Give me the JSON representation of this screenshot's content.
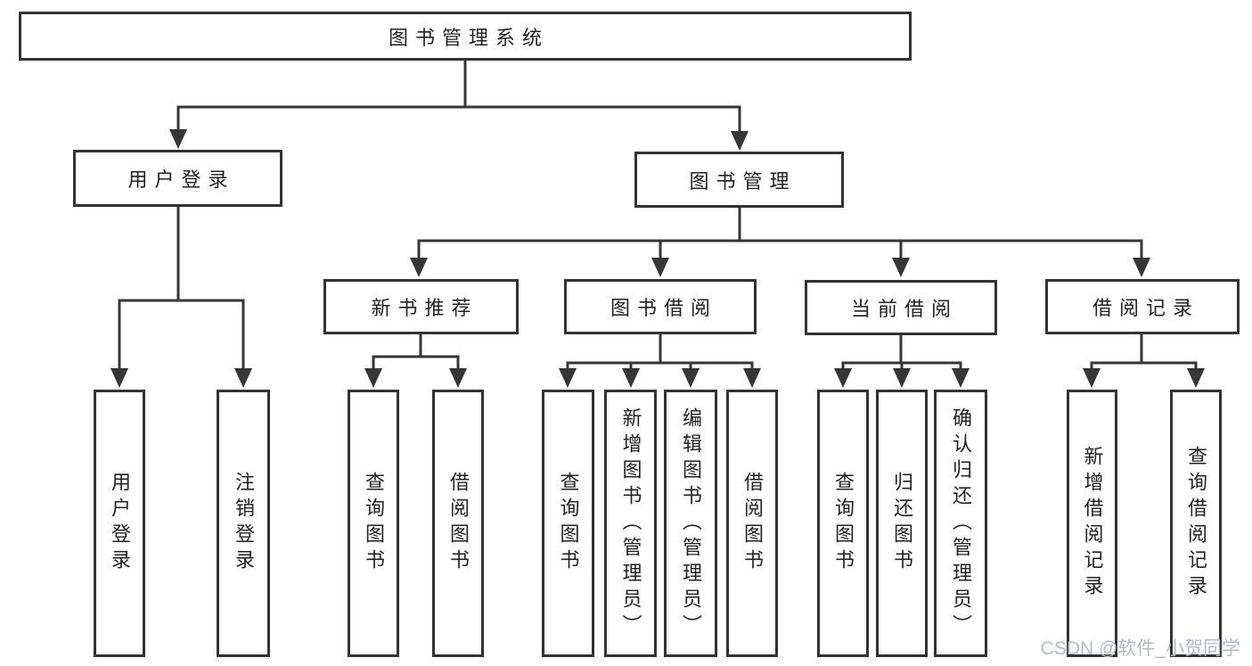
{
  "diagram": {
    "root": {
      "label": "图书管理系统"
    },
    "level2": [
      {
        "label": "用户登录"
      },
      {
        "label": "图书管理"
      }
    ],
    "level3": [
      {
        "label": "新书推荐"
      },
      {
        "label": "图书借阅"
      },
      {
        "label": "当前借阅"
      },
      {
        "label": "借阅记录"
      }
    ],
    "leaves": {
      "user_login": [
        "用户登录",
        "注销登录"
      ],
      "new_book": [
        "查询图书",
        "借阅图书"
      ],
      "book_borrow": [
        "查询图书",
        "新增图书（管理员）",
        "编辑图书（管理员）",
        "借阅图书"
      ],
      "current_borrow": [
        "查询图书",
        "归还图书",
        "确认归还（管理员）"
      ],
      "borrow_records": [
        "新增借阅记录",
        "查询借阅记录"
      ]
    }
  },
  "watermark": {
    "text": "CSDN @软件_小贺同学"
  },
  "colors": {
    "line": "#363636",
    "box_border": "#333333",
    "text": "#222222",
    "watermark": "#b7bbc4",
    "background": "#ffffff"
  }
}
